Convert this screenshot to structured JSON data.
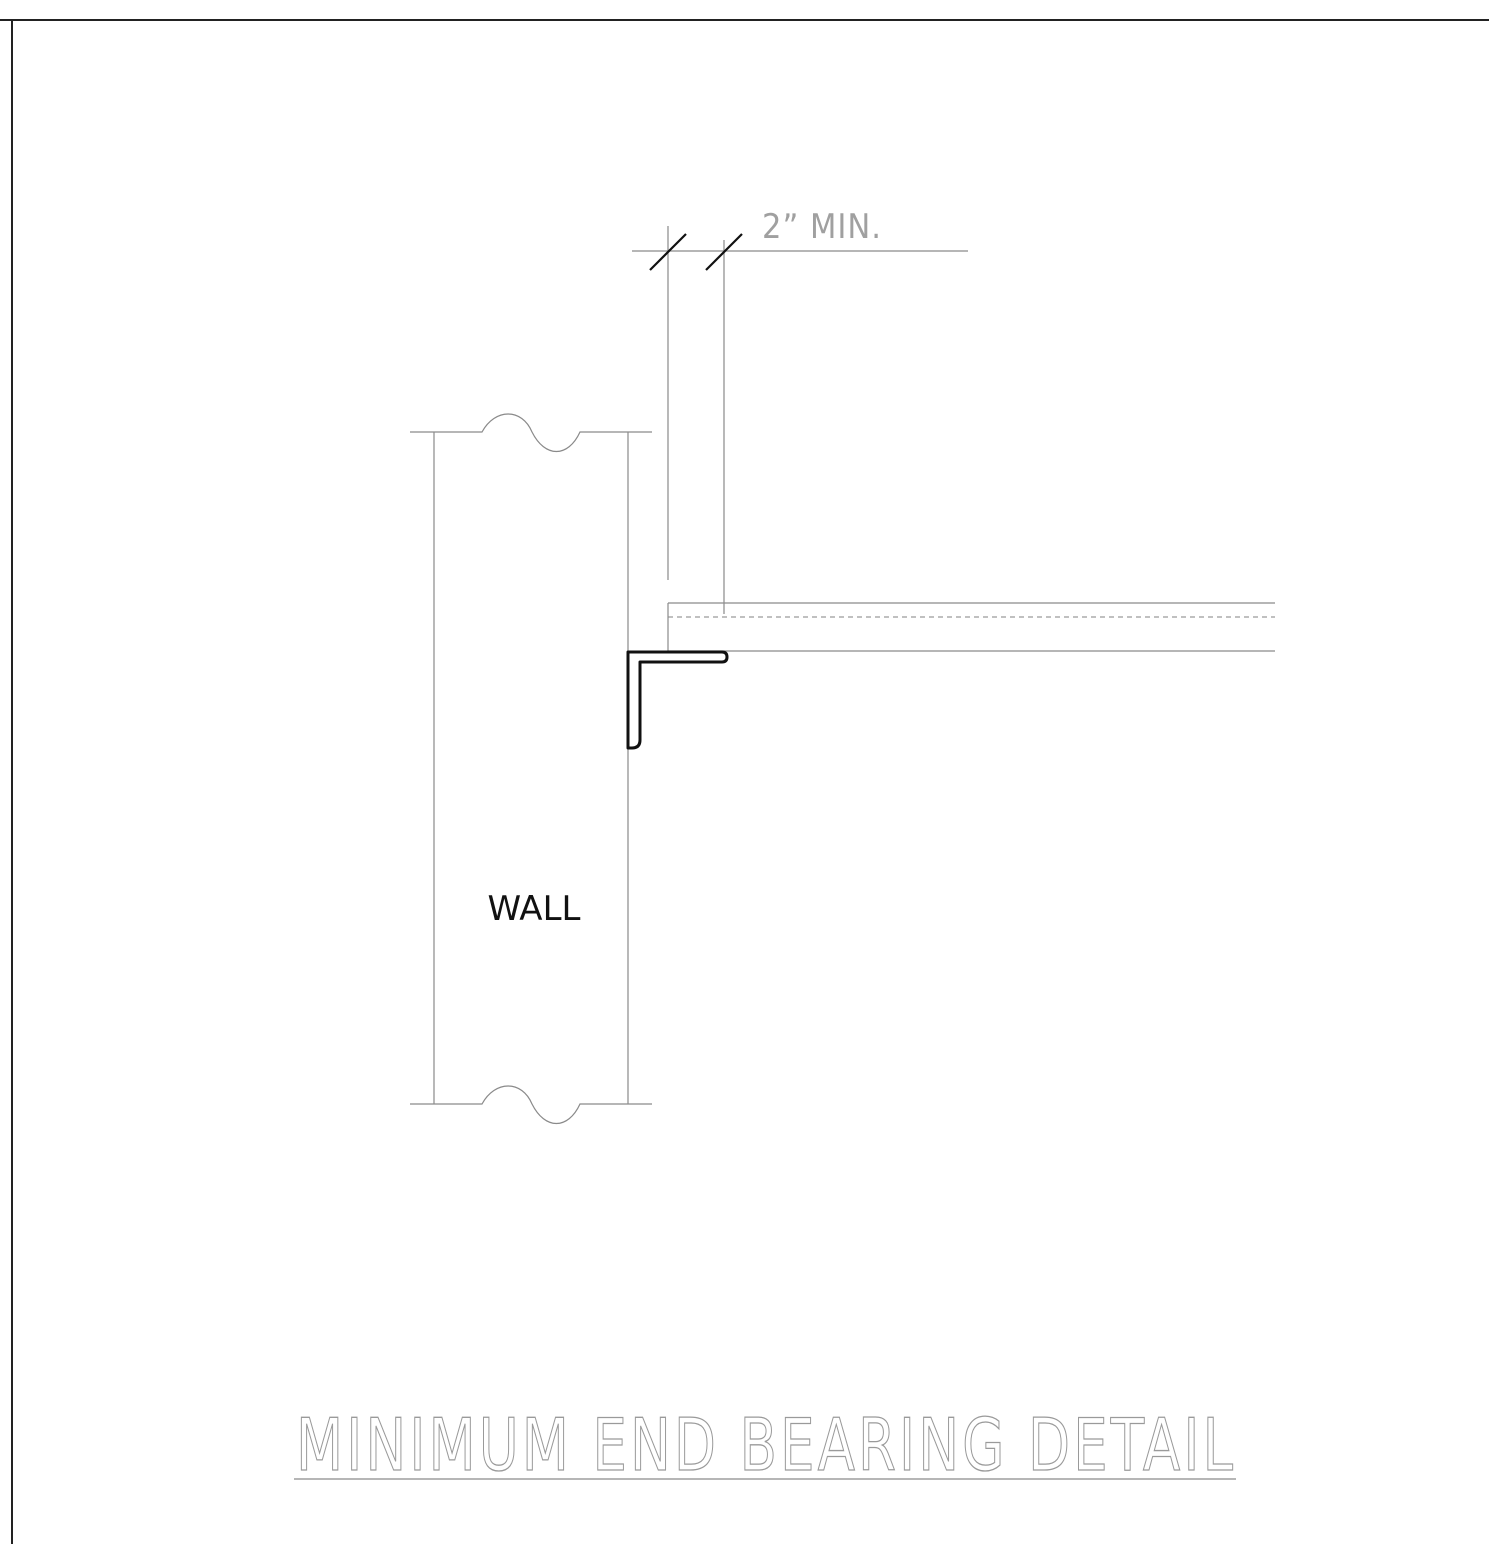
{
  "labels": {
    "dimension": "2”  MIN.",
    "wall": "WALL",
    "title": "MINIMUM  END  BEARING  DETAIL"
  },
  "colors": {
    "line": "#8a8a8a",
    "ink": "#111111",
    "title": "#9a9a9a"
  }
}
